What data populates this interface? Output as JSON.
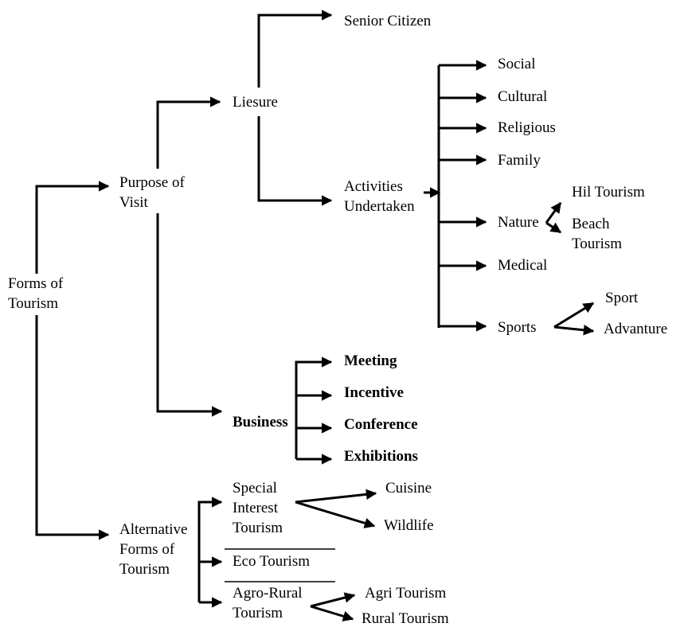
{
  "root": {
    "label": "Forms of\nTourism"
  },
  "purpose": {
    "label": "Purpose of\nVisit"
  },
  "liesure": {
    "label": "Liesure",
    "senior": "Senior Citizen",
    "activities": {
      "label": "Activities\nUndertaken",
      "social": "Social",
      "cultural": "Cultural",
      "religious": "Religious",
      "family": "Family",
      "nature": {
        "label": "Nature",
        "hill": "Hil Tourism",
        "beach": "Beach\nTourism"
      },
      "medical": "Medical",
      "sports": {
        "label": "Sports",
        "sport": "Sport",
        "advanture": "Advanture"
      }
    }
  },
  "business": {
    "label": "Business",
    "meeting": "Meeting",
    "incentive": "Incentive",
    "conference": "Conference",
    "exhibitions": "Exhibitions"
  },
  "alternative": {
    "label": "Alternative\nForms of\nTourism",
    "special": {
      "label": "Special\nInterest\nTourism",
      "cuisine": "Cuisine",
      "wildlife": "Wildlife"
    },
    "eco": "Eco Tourism",
    "agro": {
      "label": "Agro-Rural\nTourism",
      "agri": "Agri Tourism",
      "rural": "Rural Tourism"
    }
  }
}
